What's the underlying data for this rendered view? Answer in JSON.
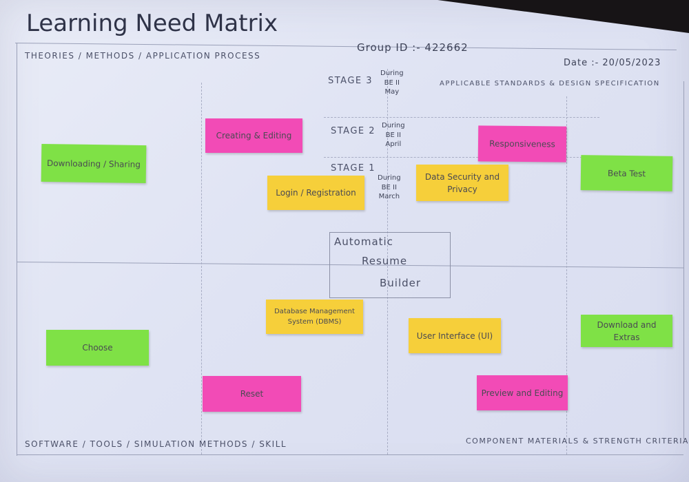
{
  "title": "Learning Need Matrix",
  "group_id": "Group ID :- 422662",
  "date": "Date :- 20/05/2023",
  "headers": {
    "top_left": "THEORIES / METHODS / APPLICATION PROCESS",
    "top_right": "APPLICABLE STANDARDS & DESIGN SPECIFICATION",
    "bottom_left": "SOFTWARE / TOOLS / SIMULATION METHODS / SKILL",
    "bottom_right": "COMPONENT MATERIALS & STRENGTH CRITERIA"
  },
  "stages": [
    {
      "label": "STAGE 3",
      "timing": [
        "During",
        "BE II",
        "May"
      ]
    },
    {
      "label": "STAGE 2",
      "timing": [
        "During",
        "BE II",
        "April"
      ]
    },
    {
      "label": "STAGE 1",
      "timing": [
        "During",
        "BE II",
        "March"
      ]
    }
  ],
  "center": [
    "Automatic",
    "Resume",
    "Builder"
  ],
  "notes": {
    "downloading": "Downloading / Sharing",
    "creating": "Creating & Editing",
    "login": "Login / Registration",
    "data_security": "Data Security and Privacy",
    "responsiveness": "Responsiveness",
    "beta_test": "Beta Test",
    "dbms": "Database Management System (DBMS)",
    "ui": "User Interface (UI)",
    "download_extras": "Download and Extras",
    "choose": "Choose",
    "reset": "Reset",
    "preview_editing": "Preview and Editing"
  },
  "colors": {
    "green_note": "#7fe146",
    "pink_note": "#f24bb6",
    "yellow_note": "#f6cf3a",
    "paper": "#e3e6f4"
  }
}
